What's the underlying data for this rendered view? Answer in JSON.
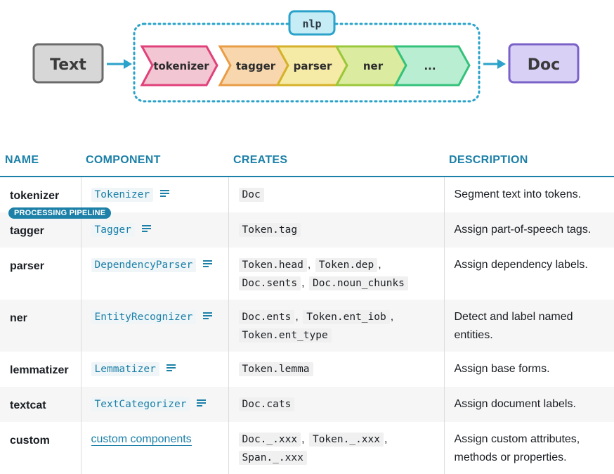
{
  "diagram": {
    "input": "Text",
    "nlp_label": "nlp",
    "steps": [
      "tokenizer",
      "tagger",
      "parser",
      "ner",
      "..."
    ],
    "output": "Doc"
  },
  "badge": "PROCESSING PIPELINE",
  "table": {
    "headers": [
      "NAME",
      "COMPONENT",
      "CREATES",
      "DESCRIPTION"
    ],
    "rows": [
      {
        "name": "tokenizer",
        "component": "Tokenizer",
        "creates": [
          "Doc"
        ],
        "description": "Segment text into tokens."
      },
      {
        "name": "tagger",
        "component": "Tagger",
        "creates": [
          "Token.tag"
        ],
        "description": "Assign part-of-speech tags."
      },
      {
        "name": "parser",
        "component": "DependencyParser",
        "creates": [
          "Token.head",
          "Token.dep",
          "Doc.sents",
          "Doc.noun_chunks"
        ],
        "description": "Assign dependency labels."
      },
      {
        "name": "ner",
        "component": "EntityRecognizer",
        "creates": [
          "Doc.ents",
          "Token.ent_iob",
          "Token.ent_type"
        ],
        "description": "Detect and label named entities."
      },
      {
        "name": "lemmatizer",
        "component": "Lemmatizer",
        "creates": [
          "Token.lemma"
        ],
        "description": "Assign base forms."
      },
      {
        "name": "textcat",
        "component": "TextCategorizer",
        "creates": [
          "Doc.cats"
        ],
        "description": "Assign document labels."
      },
      {
        "name": "custom",
        "component": "custom components",
        "component_is_link": true,
        "creates": [
          "Doc._.xxx",
          "Token._.xxx",
          "Span._.xxx"
        ],
        "description": "Assign custom attributes, methods or properties."
      }
    ]
  },
  "colors": {
    "accent": "#1c80a8",
    "tokenizer": "#f2c6d3",
    "tagger": "#f8d7ae",
    "parser": "#f5eaa6",
    "ner": "#dbeca0",
    "more": "#b9eed3",
    "doc": "#d9d0f6"
  }
}
